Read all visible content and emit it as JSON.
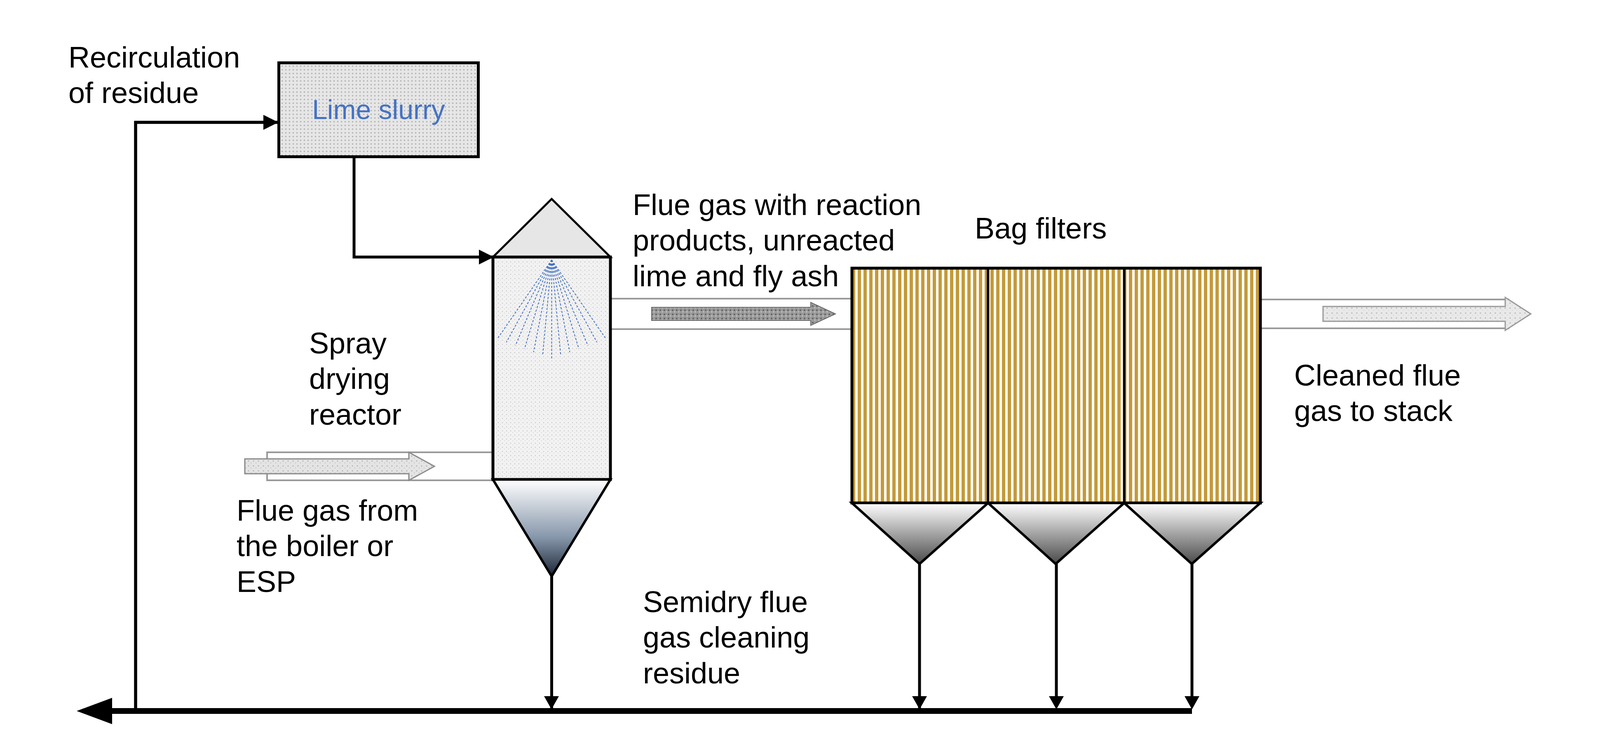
{
  "diagram": {
    "nodes": [
      {
        "text": [
          "Lime slurry"
        ]
      },
      {
        "text": [
          "Spray drying reactor"
        ]
      },
      {
        "text": [
          "Bag filters"
        ]
      }
    ],
    "edges": [
      {
        "from": 0,
        "to": 1,
        "arrow": "to"
      },
      {
        "from": 1,
        "to": 2,
        "arrow": "to",
        "label": "Flue gas with reaction products, unreacted lime and fly ash"
      },
      {
        "from": 1,
        "to": 0,
        "arrow": "to"
      },
      {
        "from": 2,
        "to": 0,
        "arrow": "to"
      }
    ],
    "labels": [
      "Recirculation of residue",
      "Flue gas from the boiler or ESP",
      "Semidry flue gas cleaning residue",
      "Cleaned flue gas to stack"
    ]
  }
}
